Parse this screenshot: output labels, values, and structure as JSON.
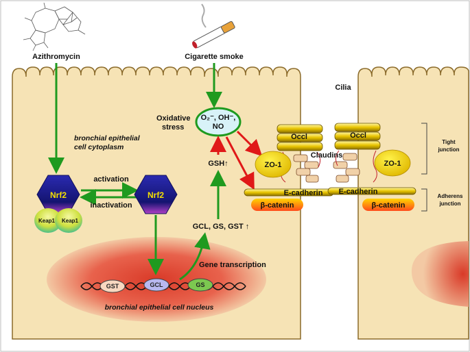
{
  "labels": {
    "azithromycin": "Azithromycin",
    "cigarette_smoke": "Cigarette smoke",
    "cilia": "Cilia",
    "cytoplasm_line1": "bronchial epithelial",
    "cytoplasm_line2": "cell cytoplasm",
    "oxidative_line1": "Oxidative",
    "oxidative_line2": "stress",
    "ros_line1": "O₂⁻, OH⁻,",
    "ros_line2": "NO",
    "gsh": "GSH↑",
    "gcl_gs_gst": "GCL, GS, GST ↑",
    "activation": "activation",
    "inactivation": "inactivation",
    "nrf2_left": "Nrf2",
    "nrf2_right": "Nrf2",
    "keap1_a": "Keap1",
    "keap1_b": "Keap1",
    "gene_transcription": "Gene transcription",
    "nucleus": "bronchial epithelial cell nucleus",
    "gst": "GST",
    "gcl": "GCL",
    "gs": "GS",
    "occl_left": "Occl",
    "occl_right": "Occl",
    "zo1_left": "ZO-1",
    "zo1_right": "ZO-1",
    "claudins": "Claudins",
    "ecadherin_left": "E-cadherin",
    "ecadherin_right": "E-cadherin",
    "bcatenin_left": "β-catenin",
    "bcatenin_right": "β-catenin",
    "tight_line1": "Tight",
    "tight_line2": "junction",
    "adherens_line1": "Adherens",
    "adherens_line2": "junction"
  },
  "colors": {
    "cell_fill": "#f6e3b5",
    "cell_stroke": "#8a6a2a",
    "nucleus_fill": "#e8533e",
    "green_arrow": "#1f9a1f",
    "red_arrow": "#e01818",
    "nrf2_fill": "#1b1b8e",
    "keap1_fill": "#d6e84a",
    "protein_yellow": "#e8c400",
    "ros_fill": "#d8f2f8"
  },
  "icons": {
    "cigarette": "cigarette-icon",
    "molecule": "azithromycin-structure-icon",
    "dna": "dna-helix-icon"
  }
}
